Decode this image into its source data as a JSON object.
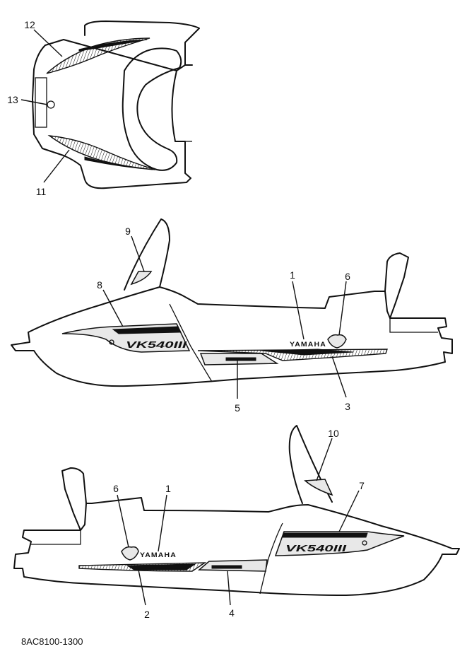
{
  "callouts": {
    "c1": "1",
    "c2": "2",
    "c3": "3",
    "c4": "4",
    "c5": "5",
    "c6": "6",
    "c7": "7",
    "c8": "8",
    "c9": "9",
    "c10": "10",
    "c11": "11",
    "c12": "12",
    "c13": "13",
    "c1b": "1",
    "c6b": "6"
  },
  "decals": {
    "brand_text": "YAMAHA",
    "model_text": "VK540III"
  },
  "diagram_code": "8AC8100-1300",
  "colors": {
    "line": "#111111",
    "background": "#ffffff"
  }
}
